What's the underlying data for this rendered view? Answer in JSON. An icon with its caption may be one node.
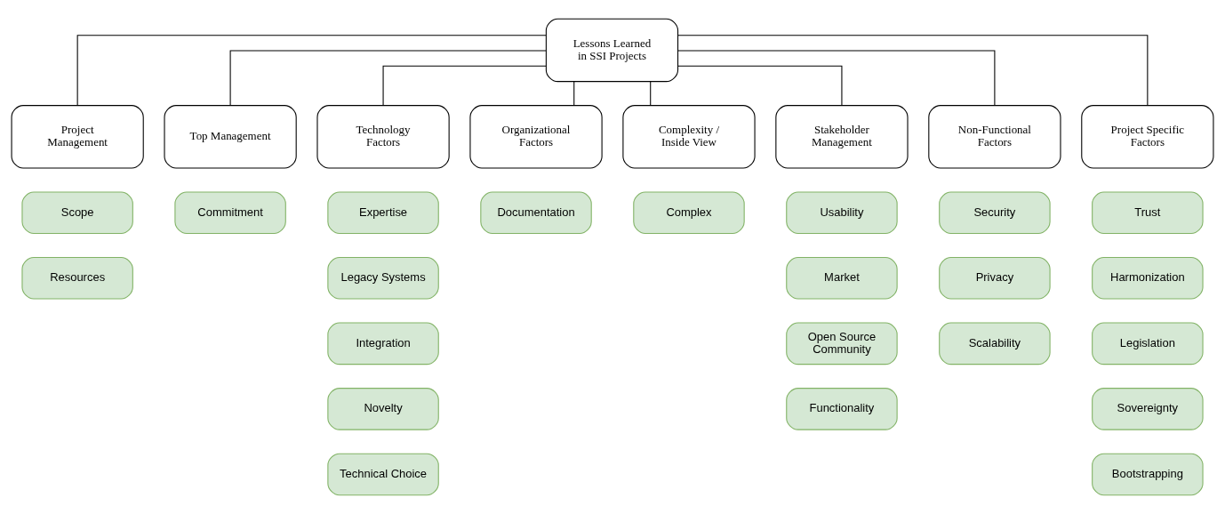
{
  "diagram": {
    "nodes": [
      {
        "text": [
          "Lessons Learned  in SSI Projects"
        ]
      },
      {
        "text": [
          "Project Management"
        ]
      },
      {
        "text": [
          "Scope"
        ]
      },
      {
        "text": [
          "Resources"
        ]
      },
      {
        "text": [
          "Top Management"
        ]
      },
      {
        "text": [
          "Commitment"
        ]
      },
      {
        "text": [
          "Technology Factors"
        ]
      },
      {
        "text": [
          "Expertise"
        ]
      },
      {
        "text": [
          "Legacy Systems"
        ]
      },
      {
        "text": [
          "Integration"
        ]
      },
      {
        "text": [
          "Novelty"
        ]
      },
      {
        "text": [
          "Technical Choice"
        ]
      },
      {
        "text": [
          "Organizational Factors"
        ]
      },
      {
        "text": [
          "Documentation"
        ]
      },
      {
        "text": [
          "Complexity / Inside View"
        ]
      },
      {
        "text": [
          "Complex"
        ]
      },
      {
        "text": [
          "Stakeholder Management"
        ]
      },
      {
        "text": [
          "Usability"
        ]
      },
      {
        "text": [
          "Market"
        ]
      },
      {
        "text": [
          "Open Source Community"
        ]
      },
      {
        "text": [
          "Functionality"
        ]
      },
      {
        "text": [
          "Non-Functional Factors"
        ]
      },
      {
        "text": [
          "Security"
        ]
      },
      {
        "text": [
          "Privacy"
        ]
      },
      {
        "text": [
          "Scalability"
        ]
      },
      {
        "text": [
          "Project Specific Factors"
        ]
      },
      {
        "text": [
          "Trust"
        ]
      },
      {
        "text": [
          "Harmonization"
        ]
      },
      {
        "text": [
          "Legislation"
        ]
      },
      {
        "text": [
          "Sovereignty"
        ]
      },
      {
        "text": [
          "Bootstrapping"
        ]
      }
    ],
    "edges": [
      {
        "from": 0,
        "to": 1,
        "arrow": "none"
      },
      {
        "from": 0,
        "to": 4,
        "arrow": "none"
      },
      {
        "from": 0,
        "to": 6,
        "arrow": "none"
      },
      {
        "from": 0,
        "to": 12,
        "arrow": "none"
      },
      {
        "from": 0,
        "to": 14,
        "arrow": "none"
      },
      {
        "from": 0,
        "to": 16,
        "arrow": "none"
      },
      {
        "from": 0,
        "to": 21,
        "arrow": "none"
      },
      {
        "from": 0,
        "to": 25,
        "arrow": "none"
      }
    ]
  }
}
